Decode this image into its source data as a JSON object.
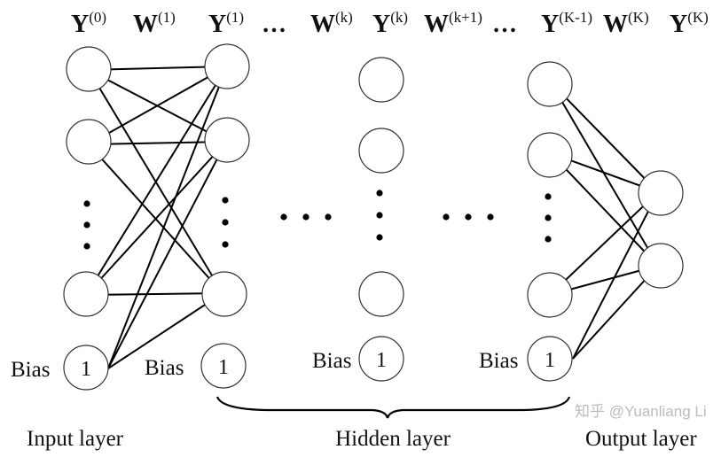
{
  "header": {
    "labels": [
      {
        "base": "Y",
        "sup": "(0)"
      },
      {
        "base": "W",
        "sup": "(1)"
      },
      {
        "base": "Y",
        "sup": "(1)"
      },
      {
        "base": "…",
        "sup": ""
      },
      {
        "base": "W",
        "sup": "(k)"
      },
      {
        "base": "Y",
        "sup": "(k)"
      },
      {
        "base": "W",
        "sup": "(k+1)"
      },
      {
        "base": "…",
        "sup": ""
      },
      {
        "base": "Y",
        "sup": "(K-1)"
      },
      {
        "base": "W",
        "sup": "(K)"
      },
      {
        "base": "Y",
        "sup": "(K)"
      }
    ]
  },
  "bias_label": "Bias",
  "bias_value": "1",
  "layers": {
    "input": "Input layer",
    "hidden": "Hidden layer",
    "output": "Output layer"
  },
  "watermark": "知乎 @Yuanliang Li"
}
